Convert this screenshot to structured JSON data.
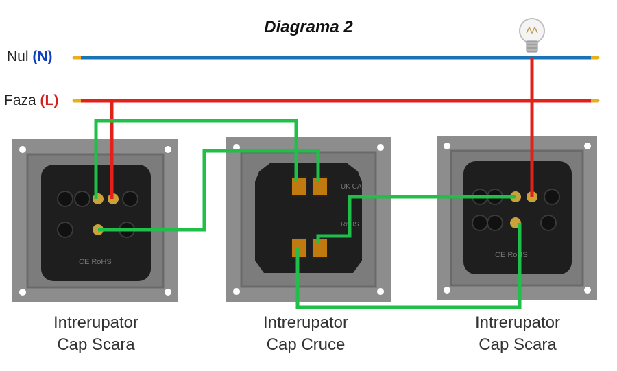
{
  "title": "Diagrama 2",
  "wires": {
    "neutral": {
      "label": "Nul",
      "code": "(N)",
      "code_color": "#1040c0",
      "color": "#1a73b5"
    },
    "phase": {
      "label": "Faza",
      "code": "(L)",
      "code_color": "#d42020",
      "color": "#e32119"
    },
    "traveler_color": "#1fbf4a"
  },
  "switches": [
    {
      "line1": "Intrerupator",
      "line2": "Cap Scara",
      "back_text": "CE RoHS"
    },
    {
      "line1": "Intrerupator",
      "line2": "Cap Cruce",
      "back_text": "RoHS",
      "marking_uk": "UK CA"
    },
    {
      "line1": "Intrerupator",
      "line2": "Cap Scara",
      "back_text": "CE RoHS"
    }
  ],
  "colors": {
    "frame": "#8d8d8d",
    "frame_inner": "#6f6f6f",
    "mechanism": "#1e1e1e",
    "screw": "#c9a23a",
    "terminal": "#c07a10"
  }
}
